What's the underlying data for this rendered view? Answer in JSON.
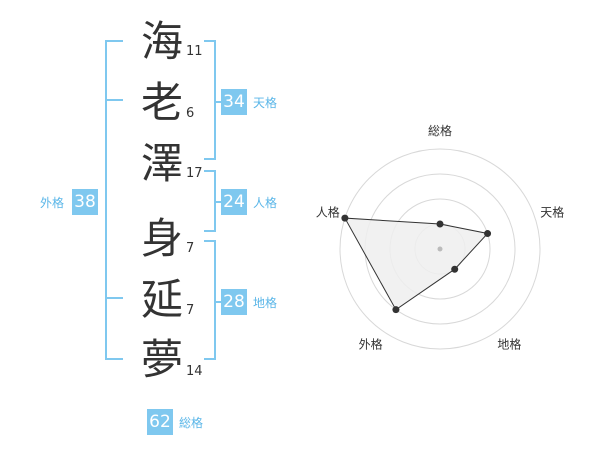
{
  "name": {
    "characters": [
      {
        "char": "海",
        "strokes": "11"
      },
      {
        "char": "老",
        "strokes": "6"
      },
      {
        "char": "澤",
        "strokes": "17"
      },
      {
        "char": "身",
        "strokes": "7"
      },
      {
        "char": "延",
        "strokes": "7"
      },
      {
        "char": "夢",
        "strokes": "14"
      }
    ]
  },
  "fortunes": {
    "tenkaku": {
      "value": "34",
      "label": "天格"
    },
    "jinkaku": {
      "value": "24",
      "label": "人格"
    },
    "chikaku": {
      "value": "28",
      "label": "地格"
    },
    "gaikaku": {
      "value": "38",
      "label": "外格"
    },
    "soukaku": {
      "value": "62",
      "label": "総格"
    }
  },
  "colors": {
    "accent": "#7fc8ef",
    "badge": "#7fc8ef",
    "label": "#5ab6e8",
    "text": "#333333"
  },
  "chart_data": {
    "type": "radar",
    "axes": [
      "総格",
      "天格",
      "地格",
      "外格",
      "人格"
    ],
    "values": [
      0.25,
      0.5,
      0.25,
      0.75,
      1.0
    ],
    "rings": 4
  }
}
